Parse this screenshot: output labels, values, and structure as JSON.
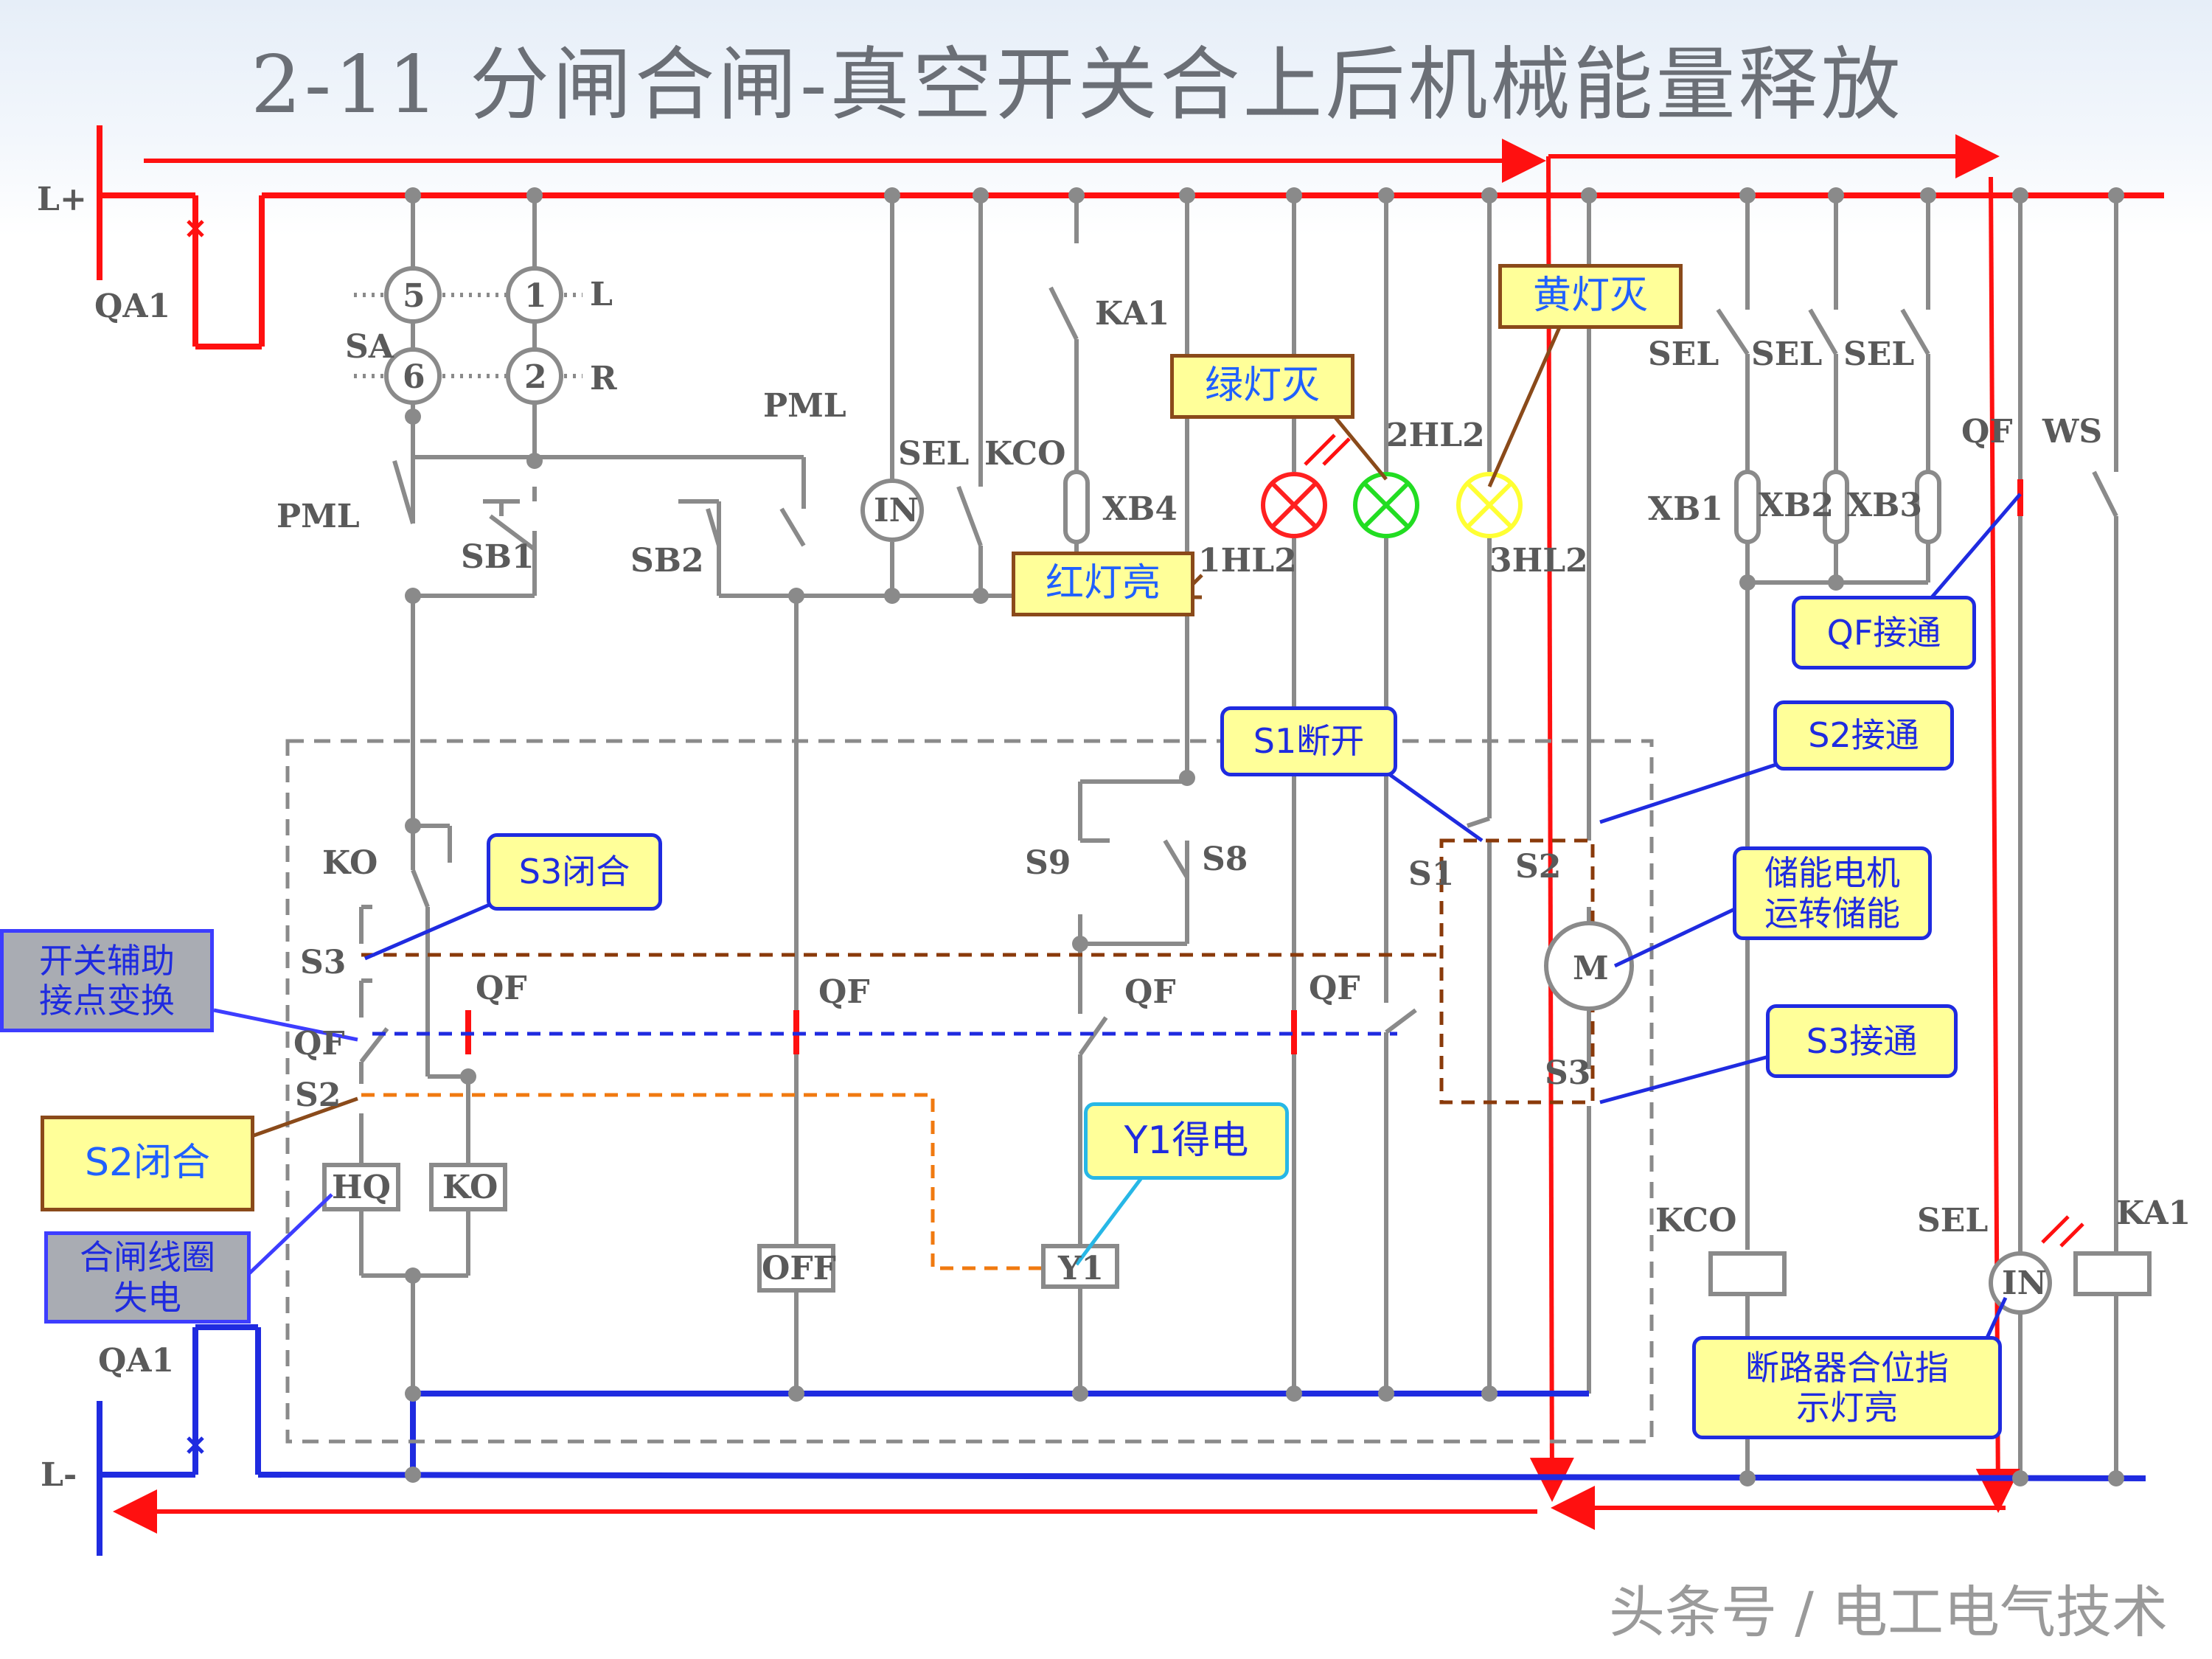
{
  "title": "2-11  分闸合闸-真空开关合上后机械能量释放",
  "watermark": "头条号 / 电工电气技术",
  "bus": {
    "positive": "L+",
    "negative": "L-",
    "breaker_top": "QA1",
    "breaker_bottom": "QA1"
  },
  "selector": {
    "name": "SA",
    "contacts": [
      "5",
      "1",
      "6",
      "2"
    ],
    "pos_left": "L",
    "pos_right": "R"
  },
  "labels": {
    "pml_top": "PML",
    "pml_left": "PML",
    "sb1": "SB1",
    "sb2": "SB2",
    "sel": "SEL",
    "kco": "KCO",
    "ka1": "KA1",
    "xb4": "XB4",
    "in": "IN",
    "hl1": "1HL2",
    "hl2": "2HL2",
    "hl3": "3HL2",
    "sel1": "SEL",
    "sel2": "SEL",
    "sel3": "SEL",
    "xb1": "XB1",
    "xb2": "XB2",
    "xb3": "XB3",
    "qf_top": "QF",
    "ws": "WS",
    "ko_contact": "KO",
    "s3": "S3",
    "qf_left": "QF",
    "s2_left": "S2",
    "qf1": "QF",
    "qf2": "QF",
    "qf3": "QF",
    "qf4": "QF",
    "s9": "S9",
    "s8": "S8",
    "s1": "S1",
    "s2": "S2",
    "motor": "M",
    "s3_right": "S3",
    "hq": "HQ",
    "ko_coil": "KO",
    "off": "OFF",
    "y1": "Y1",
    "kco_coil": "KCO",
    "sel_bottom": "SEL",
    "in_bottom": "IN",
    "ka1_coil": "KA1"
  },
  "callouts": {
    "red_on": "红灯亮",
    "green_off": "绿灯灭",
    "yellow_off": "黄灯灭",
    "qf_on": "QF接通",
    "s1_open": "S1断开",
    "s2_on": "S2接通",
    "motor_store": "储能电机\n运转储能",
    "s3_on": "S3接通",
    "s3_closed": "S3闭合",
    "aux_change": "开关辅助\n接点变换",
    "s2_closed": "S2闭合",
    "coil_off": "合闸线圈\n失电",
    "y1_energized": "Y1得电",
    "pos_lamp": "断路器合位指\n示灯亮"
  },
  "colors": {
    "energized": "#ff1010",
    "return": "#1f2be0",
    "wire": "#8a8a8a",
    "lamp_red": "#ff2020",
    "lamp_green": "#22dd22",
    "lamp_yellow": "#ffff33"
  }
}
